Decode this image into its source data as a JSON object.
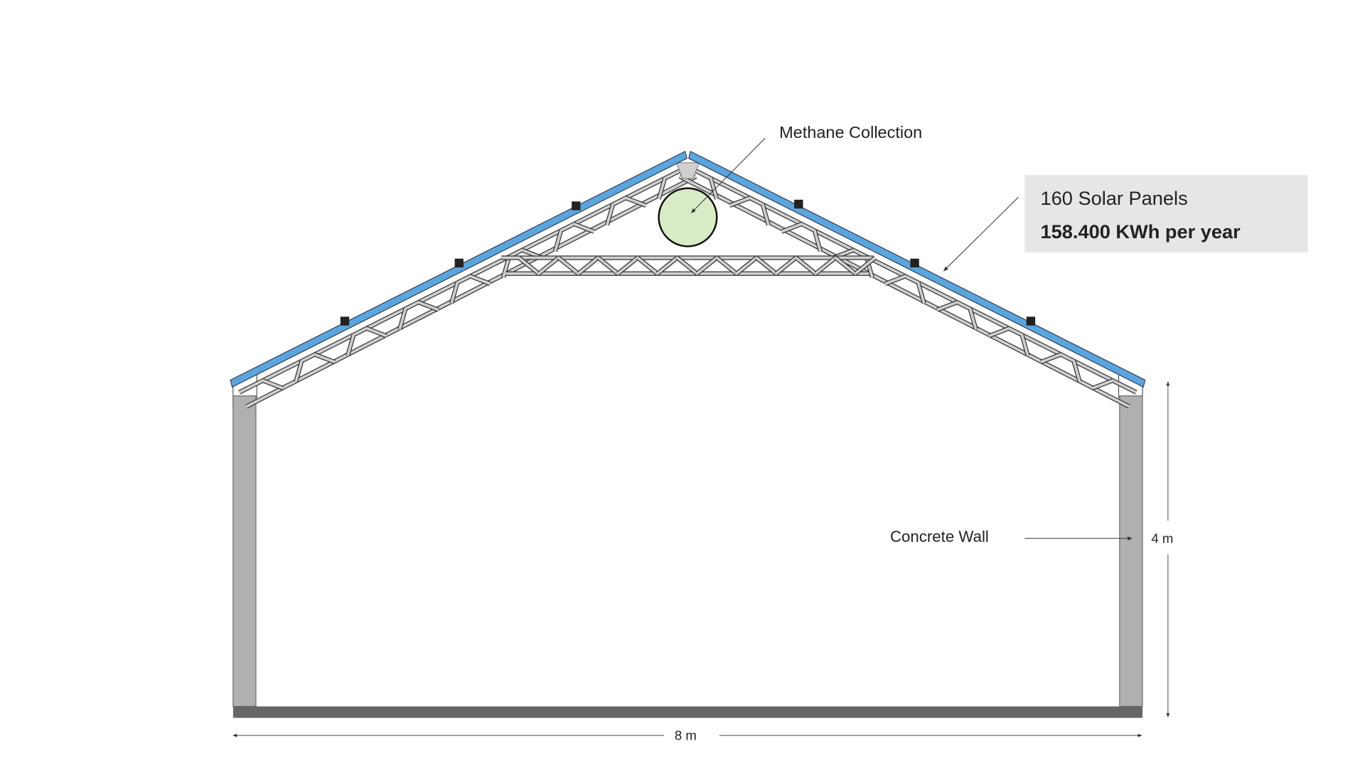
{
  "labels": {
    "methane": "Methane Collection",
    "solar_count": "160 Solar Panels",
    "solar_output": "158.400 KWh per year",
    "wall": "Concrete Wall",
    "height": "4 m",
    "width": "8 m"
  },
  "colors": {
    "panel": "#5aa6dc",
    "wall": "#b0b0b0",
    "floor": "#666666",
    "tank": "#d9ecc5",
    "infobox": "#e6e6e6",
    "truss": "#d0d0d0"
  }
}
